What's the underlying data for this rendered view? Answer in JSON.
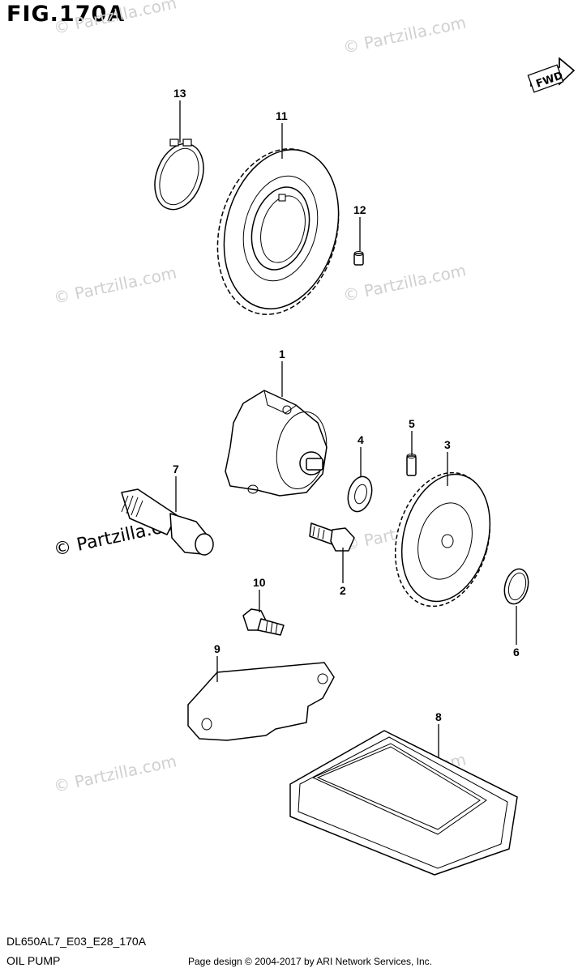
{
  "figure": {
    "title": "FIG.170A"
  },
  "footer": {
    "model_code": "DL650AL7_E03_E28_170A",
    "section_name": "OIL PUMP",
    "copyright": "Page design © 2004-2017 by ARI Network Services, Inc."
  },
  "direction_badge": {
    "label": "FWD"
  },
  "watermark": {
    "text": "© Partzilla.com"
  },
  "callouts": {
    "c1": "1",
    "c2": "2",
    "c3": "3",
    "c4": "4",
    "c5": "5",
    "c6": "6",
    "c7": "7",
    "c8": "8",
    "c9": "9",
    "c10": "10",
    "c11": "11",
    "c12": "12",
    "c13": "13"
  }
}
